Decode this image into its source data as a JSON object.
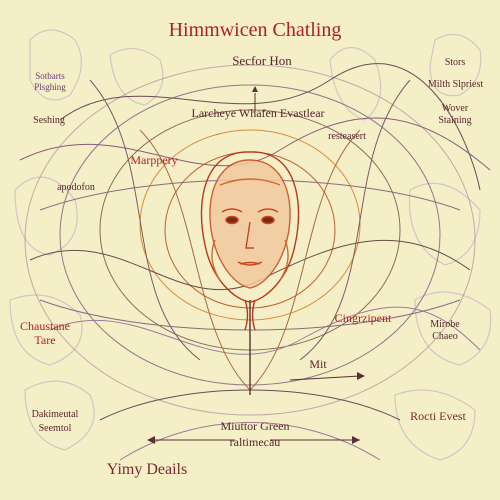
{
  "title": "Himmwicen Chatling",
  "labels": {
    "sector": "Secfor Hon",
    "arc_top": "Larcheye Whafen Evastlear",
    "arc_right": "resteasert",
    "mappery": "Marppery",
    "apodon": "apodofon",
    "chaustane": "Chaustane",
    "tare": "Tare",
    "cingrzipent": "Cingrzipent",
    "mit": "Mit",
    "miuttor_line1": "Miuttor Green",
    "miuttor_line2": "raltimecau",
    "yimy": "Yimy Deails",
    "dakimental_line1": "Dakimeutal",
    "dakimental_line2": "Seemtol",
    "rocti": "Rocti Evest",
    "top_left_line1": "Sotbarts",
    "top_left_line2": "Plsghing",
    "seshing": "Seshing",
    "top_right_line1": "Stors",
    "top_right_line2": "Milth Slpriest",
    "wover_line1": "Wover",
    "wover_line2": "Staining",
    "mirobe_line1": "Mirobe",
    "mirobe_line2": "Chaeo"
  },
  "colors": {
    "background": "#f4efc7",
    "accent_red": "#b01e25",
    "ink_dark": "#5a2430",
    "line_purple": "#9a6aa8",
    "face_orange": "#c8461c"
  }
}
